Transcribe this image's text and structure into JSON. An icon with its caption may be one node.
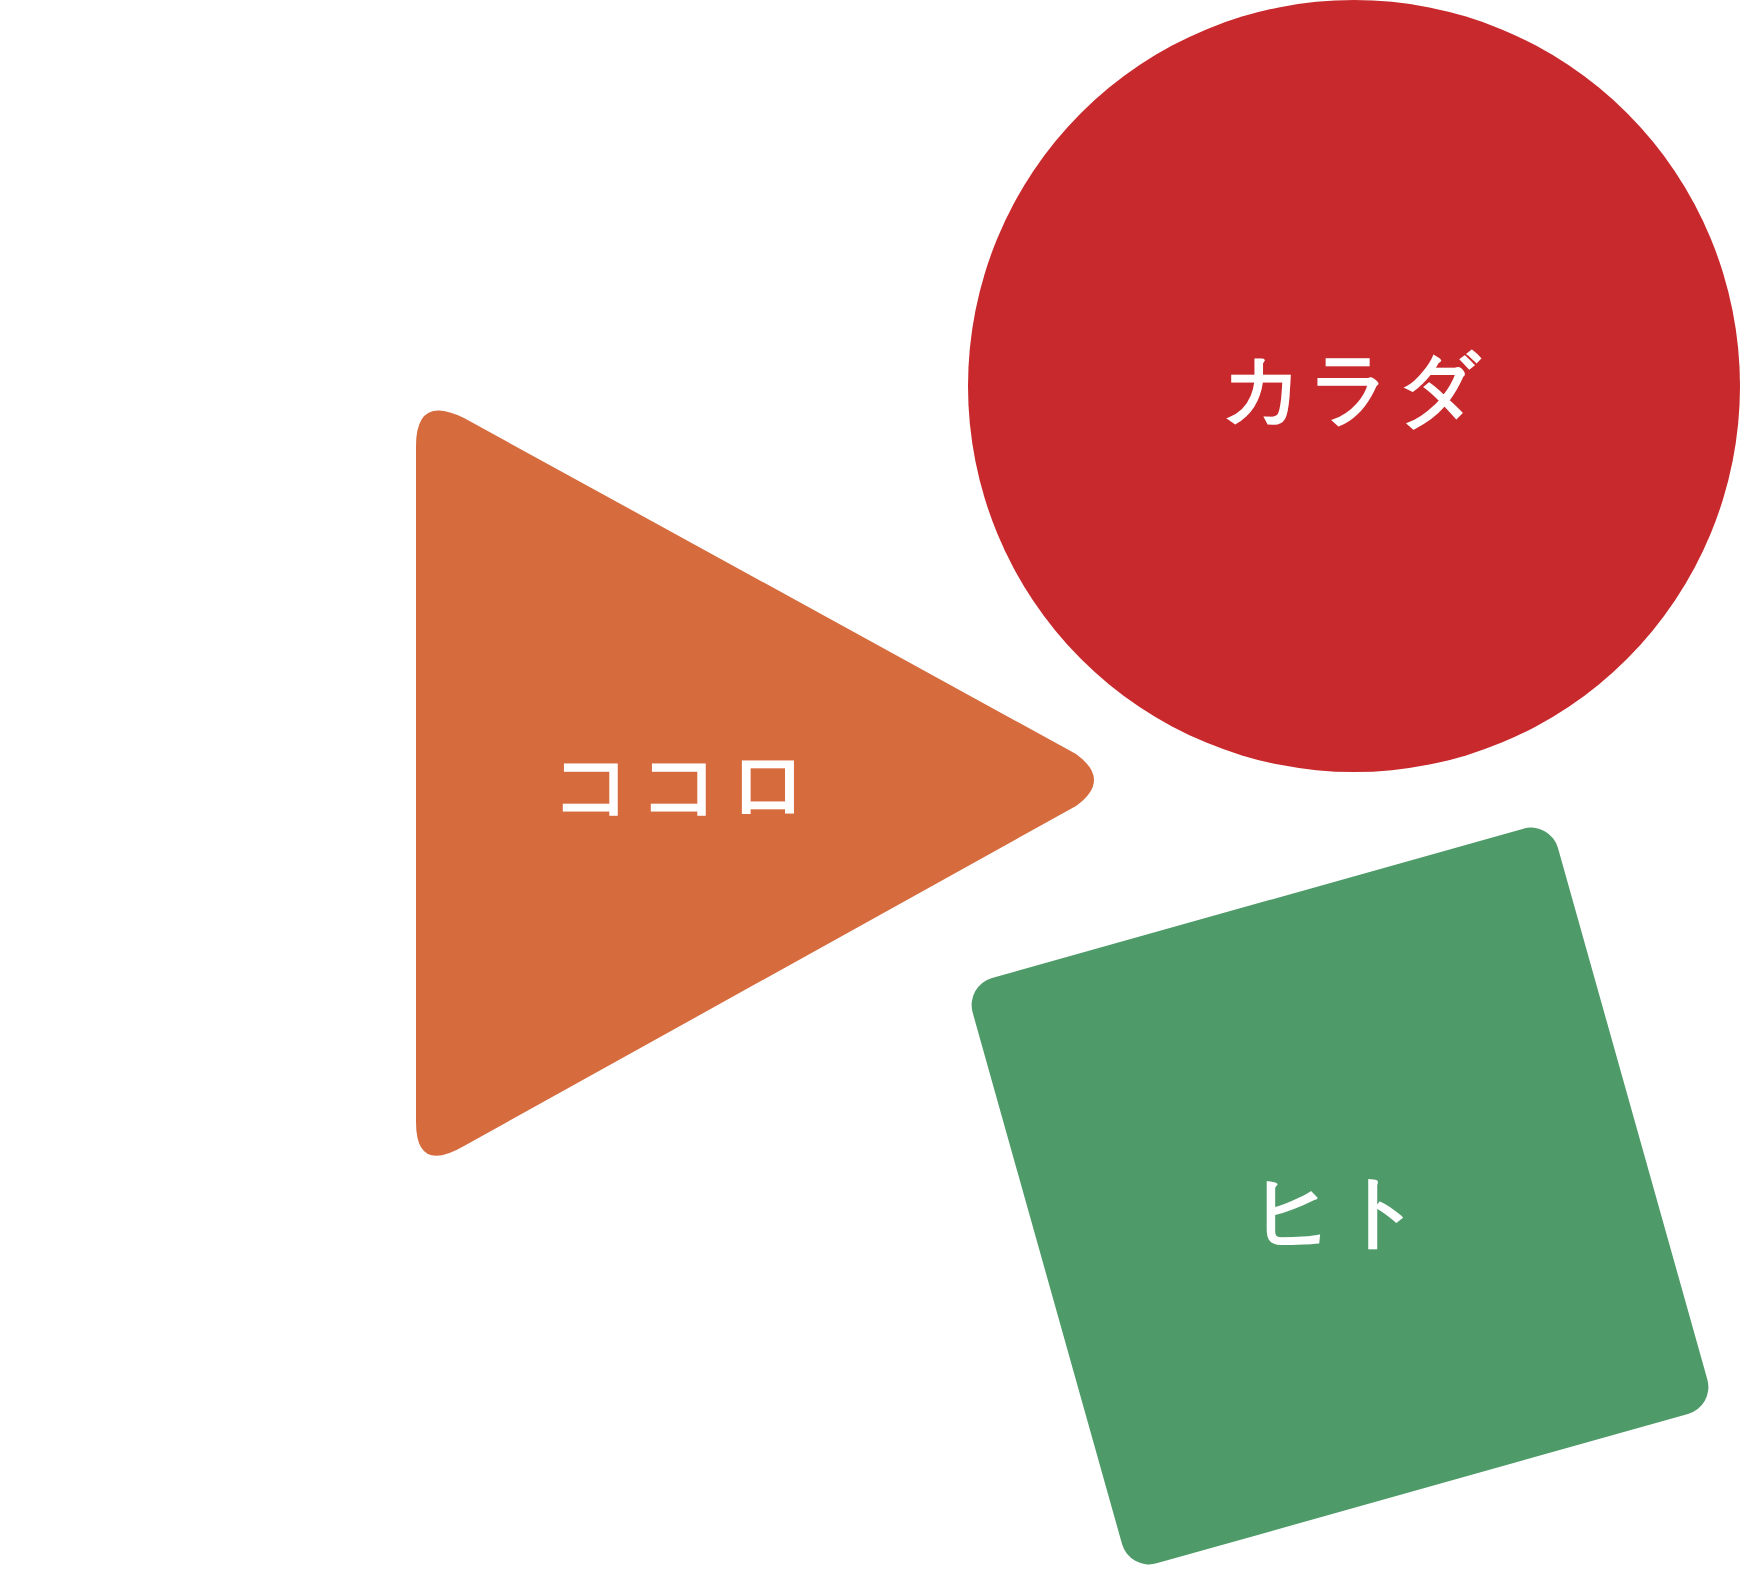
{
  "diagram": {
    "nodes": [
      {
        "text": [
          "カラダ"
        ]
      },
      {
        "text": [
          "ココロ"
        ]
      },
      {
        "text": [
          "ヒト"
        ]
      }
    ]
  }
}
